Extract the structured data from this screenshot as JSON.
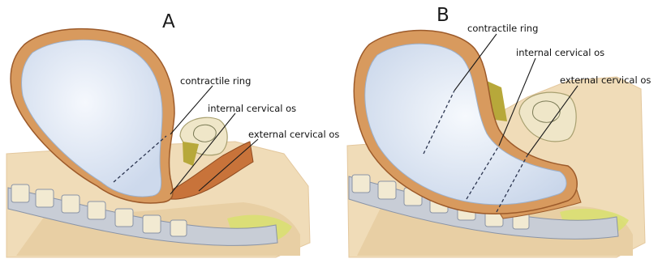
{
  "panels": [
    {
      "letter": "A",
      "labels": {
        "contractile_ring": "contractile ring",
        "internal_os": "internal cervical os",
        "external_os": "external cervical os"
      }
    },
    {
      "letter": "B",
      "labels": {
        "contractile_ring": "contractile ring",
        "internal_os": "internal cervical os",
        "external_os": "external cervical os"
      }
    }
  ],
  "colors": {
    "uterine_wall": "#d89a5e",
    "uterine_wall_dark": "#b87438",
    "amniotic_cavity": "#dfe8f5",
    "pelvic_tissue": "#f0dcb8",
    "spine_bone": "#f2ead2",
    "spine_disc": "#9aa6b8",
    "fat_yellow": "#d8e070",
    "bladder_olive": "#b7a83a"
  }
}
